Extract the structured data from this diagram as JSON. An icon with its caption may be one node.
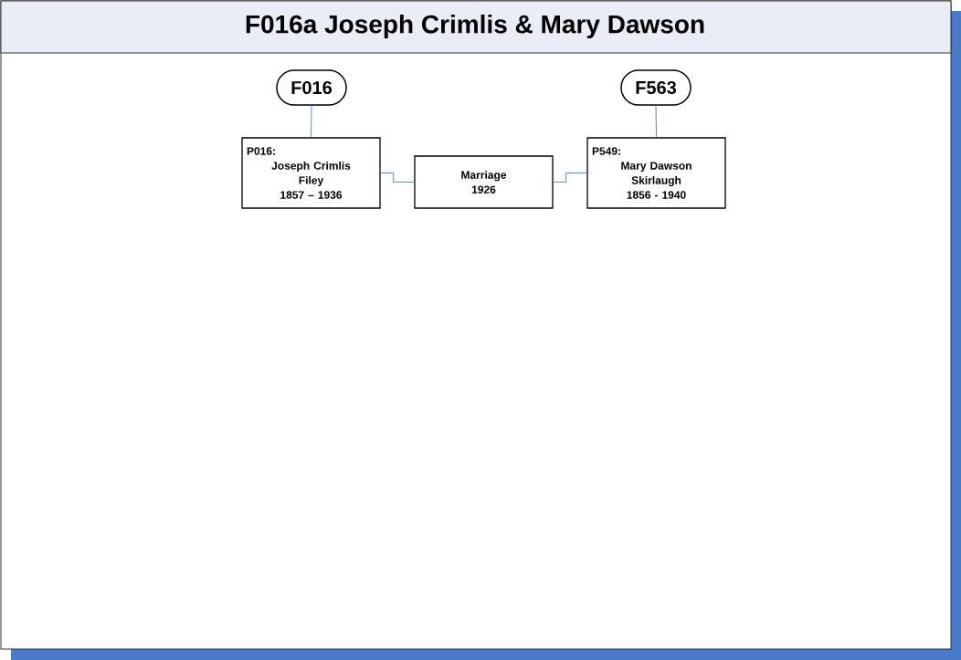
{
  "diagram": {
    "title": "F016a Joseph Crimlis & Mary Dawson",
    "nodes": [
      {
        "text": [
          "F016"
        ]
      },
      {
        "text": [
          "F563"
        ]
      },
      {
        "text": [
          "P016:",
          "Joseph Crimlis",
          "Filey",
          "1857 – 1936"
        ]
      },
      {
        "text": [
          "Marriage",
          "1926"
        ]
      },
      {
        "text": [
          "P549:",
          "Mary Dawson",
          "Skirlaugh",
          "1856 - 1940"
        ]
      }
    ],
    "edges": [
      {
        "from": 0,
        "to": 2,
        "arrow": "none"
      },
      {
        "from": 1,
        "to": 4,
        "arrow": "none"
      },
      {
        "from": 2,
        "to": 3,
        "arrow": "none"
      },
      {
        "from": 3,
        "to": 4,
        "arrow": "none"
      }
    ]
  }
}
